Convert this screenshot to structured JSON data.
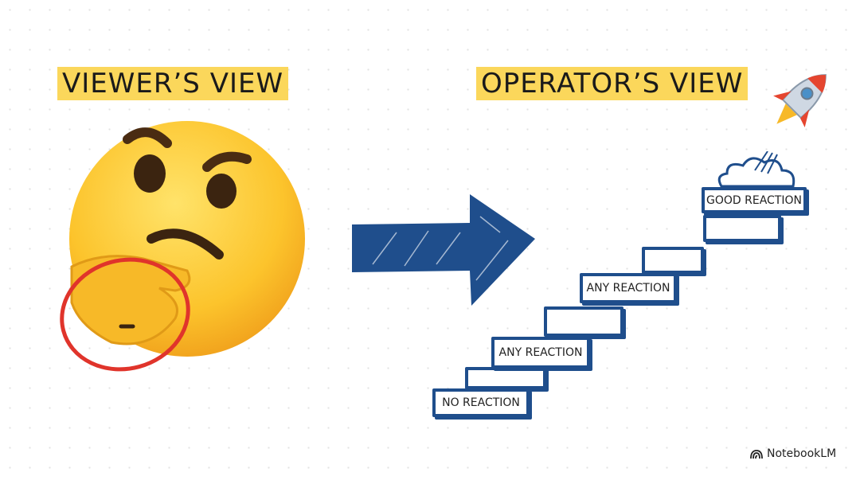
{
  "left": {
    "title": "VIEWER’S VIEW",
    "icon": "thinking-face-icon"
  },
  "right": {
    "title": "OPERATOR’S VIEW",
    "steps": [
      "NO REACTION",
      "",
      "ANY REACTION",
      "",
      "ANY REACTION",
      "",
      "",
      "GOOD REACTION"
    ],
    "icon": "rocket-icon"
  },
  "branding": {
    "name": "NotebookLM"
  },
  "colors": {
    "highlight": "#fbd75b",
    "navy": "#1f4e8c",
    "circle": "#e0342b"
  }
}
